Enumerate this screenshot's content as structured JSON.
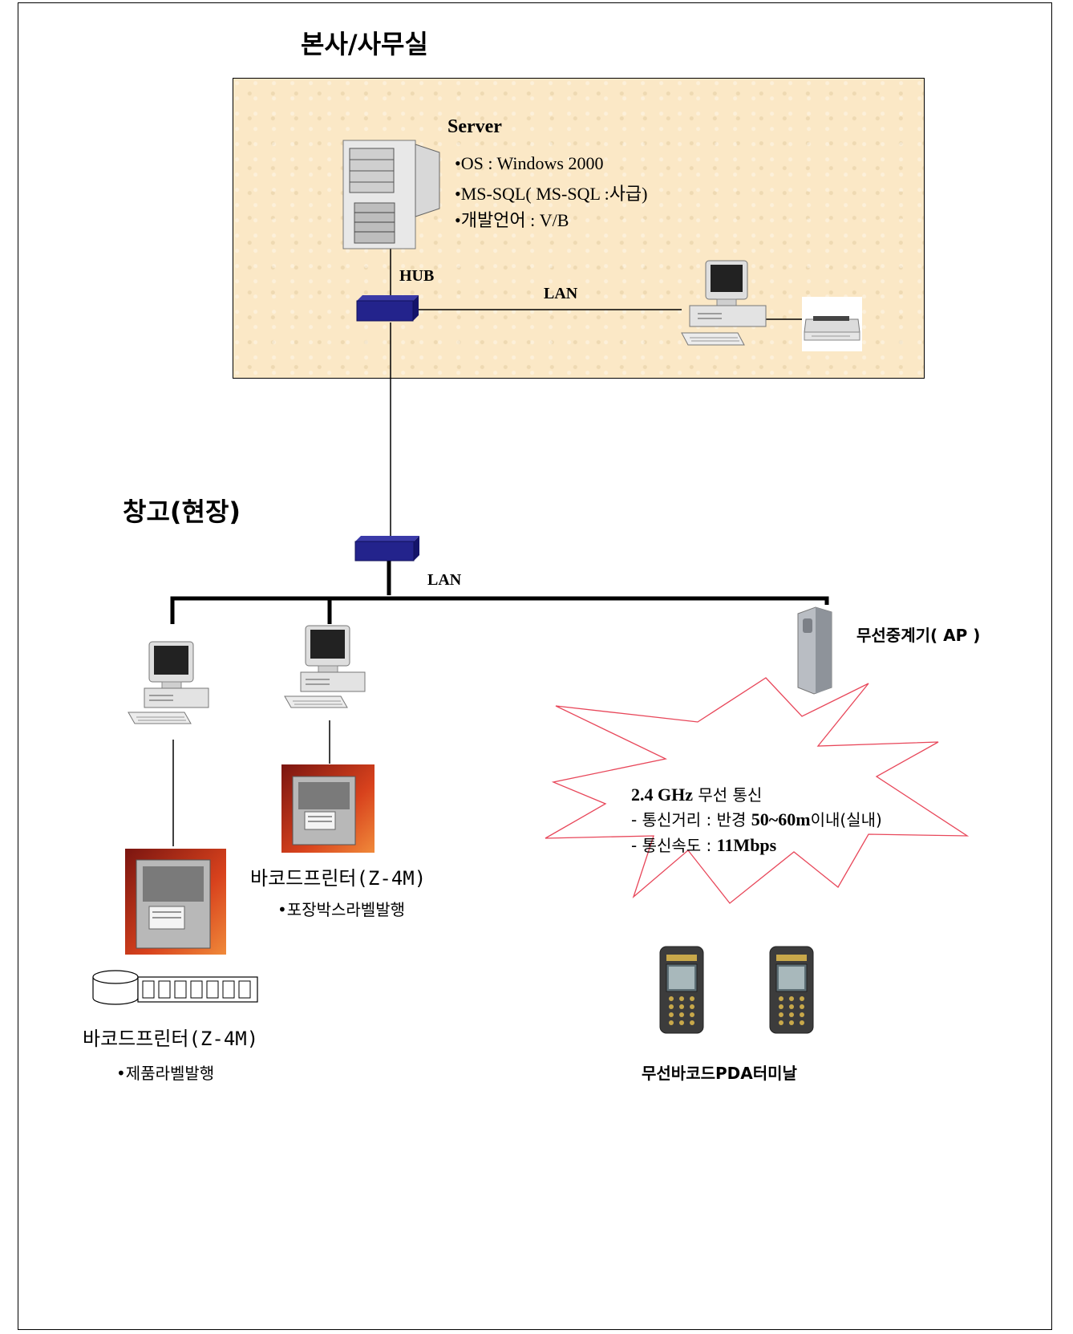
{
  "headquarters": {
    "title": "본사/사무실",
    "server": {
      "label": "Server",
      "specs": [
        "•OS : Windows 2000",
        "•MS-SQL( MS-SQL :사급)",
        "•개발언어 : V/B"
      ]
    },
    "hub_label": "HUB",
    "lan_label": "LAN"
  },
  "warehouse": {
    "title": "창고(현장)",
    "lan_label": "LAN",
    "access_point": "무선중계기( AP )",
    "wireless": {
      "line1_bold": "2.4 GHz",
      "line1_rest": " 무선 통신",
      "line2_prefix": "-  통신거리 : 반경 ",
      "line2_bold": "50~60m",
      "line2_suffix": "이내(실내)",
      "line3_prefix": "-  통신속도 : ",
      "line3_bold": "11Mbps"
    },
    "printer_packaging": {
      "name": "바코드프린터(Z-4M)",
      "use": "•포장박스라벨발행"
    },
    "printer_product": {
      "name": "바코드프린터(Z-4M)",
      "use": "•제품라벨발행"
    },
    "pda_label": "무선바코드PDA터미날"
  },
  "colors": {
    "office_bg": "#fbe8c6",
    "hub": "#1f1f8a",
    "burst": "#e8475a"
  }
}
